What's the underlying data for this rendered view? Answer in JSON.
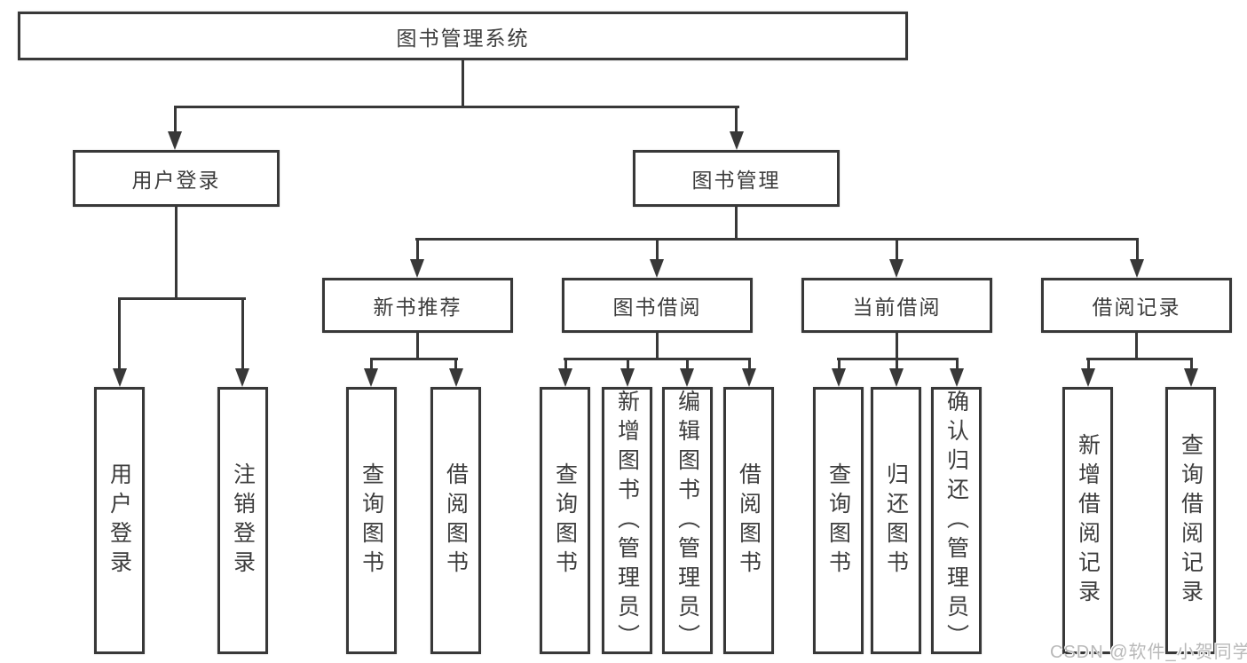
{
  "diagram": {
    "title": "图书管理系统",
    "branches": [
      {
        "label": "用户登录",
        "children": [
          {
            "label": "用户登录"
          },
          {
            "label": "注销登录"
          }
        ]
      },
      {
        "label": "图书管理",
        "children": [
          {
            "label": "新书推荐",
            "children": [
              {
                "label": "查询图书"
              },
              {
                "label": "借阅图书"
              }
            ]
          },
          {
            "label": "图书借阅",
            "children": [
              {
                "label": "查询图书"
              },
              {
                "label": "新增图书（管理员）"
              },
              {
                "label": "编辑图书（管理员）"
              },
              {
                "label": "借阅图书"
              }
            ]
          },
          {
            "label": "当前借阅",
            "children": [
              {
                "label": "查询图书"
              },
              {
                "label": "归还图书"
              },
              {
                "label": "确认归还（管理员）"
              }
            ]
          },
          {
            "label": "借阅记录",
            "children": [
              {
                "label": "新增借阅记录"
              },
              {
                "label": "查询借阅记录"
              }
            ]
          }
        ]
      }
    ]
  },
  "watermark": {
    "text": "CSDN @软件_小贺同学"
  },
  "colors": {
    "line": "#383838",
    "text": "#3d3d3d",
    "background": "#ffffff",
    "watermark": "#b9b9b9"
  }
}
